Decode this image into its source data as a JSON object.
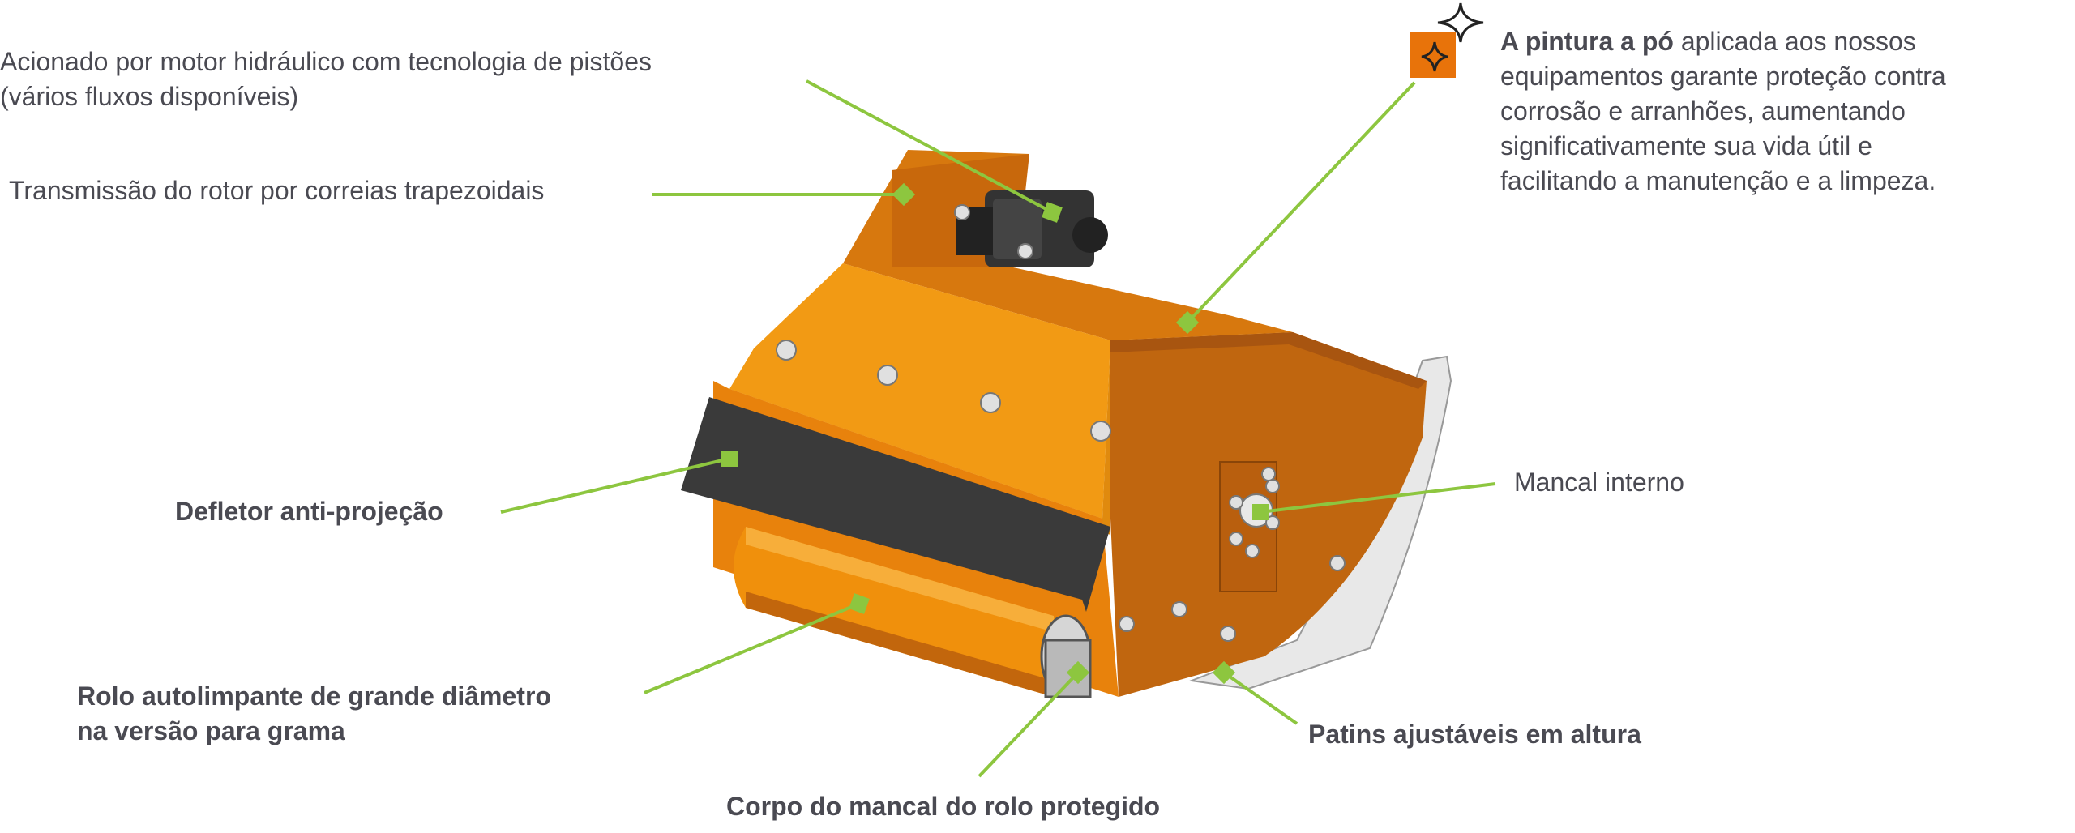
{
  "labels": {
    "hydraulic_motor": "Acionado por motor hidráulico com tecnologia de pistões",
    "hydraulic_motor_2": "(vários fluxos disponíveis)",
    "belt_transmission": "Transmissão do rotor por correias trapezoidais",
    "deflector": "Defletor anti-projeção",
    "roller_1": "Rolo autolimpante de grande diâmetro",
    "roller_2": "na versão para grama",
    "bearing_body": "Corpo do mancal do rolo protegido",
    "skids": "Patins ajustáveis em altura",
    "internal_bearing": "Mancal interno"
  },
  "powder_note": {
    "bold": "A pintura a pó",
    "line1_rest": " aplicada aos nossos",
    "line2": "equipamentos garante proteção contra",
    "line3": "corrosão e arranhões, aumentando",
    "line4": "significativamente sua vida útil e",
    "line5": "facilitando a manutenção e a limpeza."
  },
  "colors": {
    "leader_green": "#8dc63f",
    "body_orange": "#f0900c",
    "body_dark_orange": "#c96a10",
    "badge_orange": "#e8730a",
    "deflector_black": "#3a3a3a",
    "text_gray": "#4a4a52"
  },
  "icons": {
    "sparkle": "sparkle-icon"
  }
}
